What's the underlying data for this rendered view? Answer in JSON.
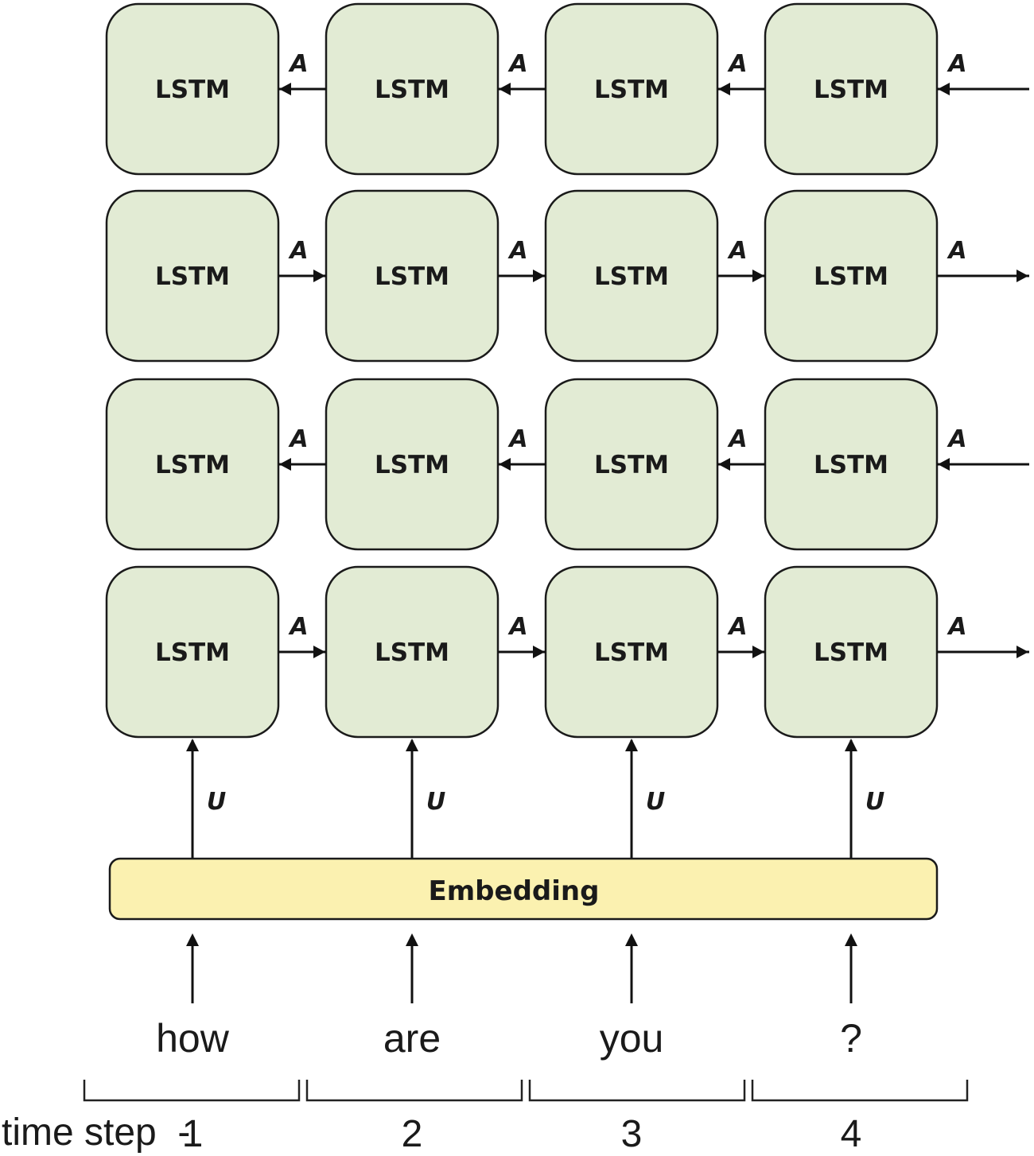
{
  "cell_label": "LSTM",
  "layers": [
    {
      "direction": "backward",
      "arrow_label": "A"
    },
    {
      "direction": "forward",
      "arrow_label": "A"
    },
    {
      "direction": "backward",
      "arrow_label": "A"
    },
    {
      "direction": "forward",
      "arrow_label": "A"
    }
  ],
  "input_arrow_label": "U",
  "embedding_label": "Embedding",
  "tokens": [
    "how",
    "are",
    "you",
    "?"
  ],
  "time_step_label": "time step  -",
  "time_steps": [
    "1",
    "2",
    "3",
    "4"
  ],
  "colors": {
    "cell_fill": "#e2ebd4",
    "embedding_fill": "#fbf1b0",
    "stroke": "#1a1a1a"
  }
}
